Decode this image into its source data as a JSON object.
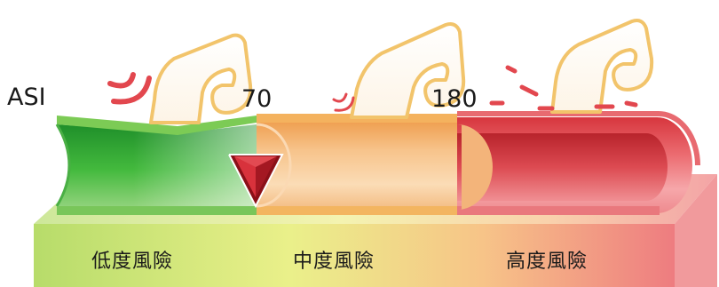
{
  "diagram": {
    "measure_label": "ASI",
    "thresholds": [
      "70",
      "180"
    ],
    "zones": [
      {
        "label": "低度風險",
        "color": "#3cae3c"
      },
      {
        "label": "中度風險",
        "color": "#f0a650"
      },
      {
        "label": "高度風險",
        "color": "#e2474e"
      }
    ],
    "indicator": {
      "color": "#b01e2a",
      "shape": "triangle-marker-icon"
    },
    "icons": [
      "finger-press-icon",
      "pulse-wave-icon"
    ]
  }
}
